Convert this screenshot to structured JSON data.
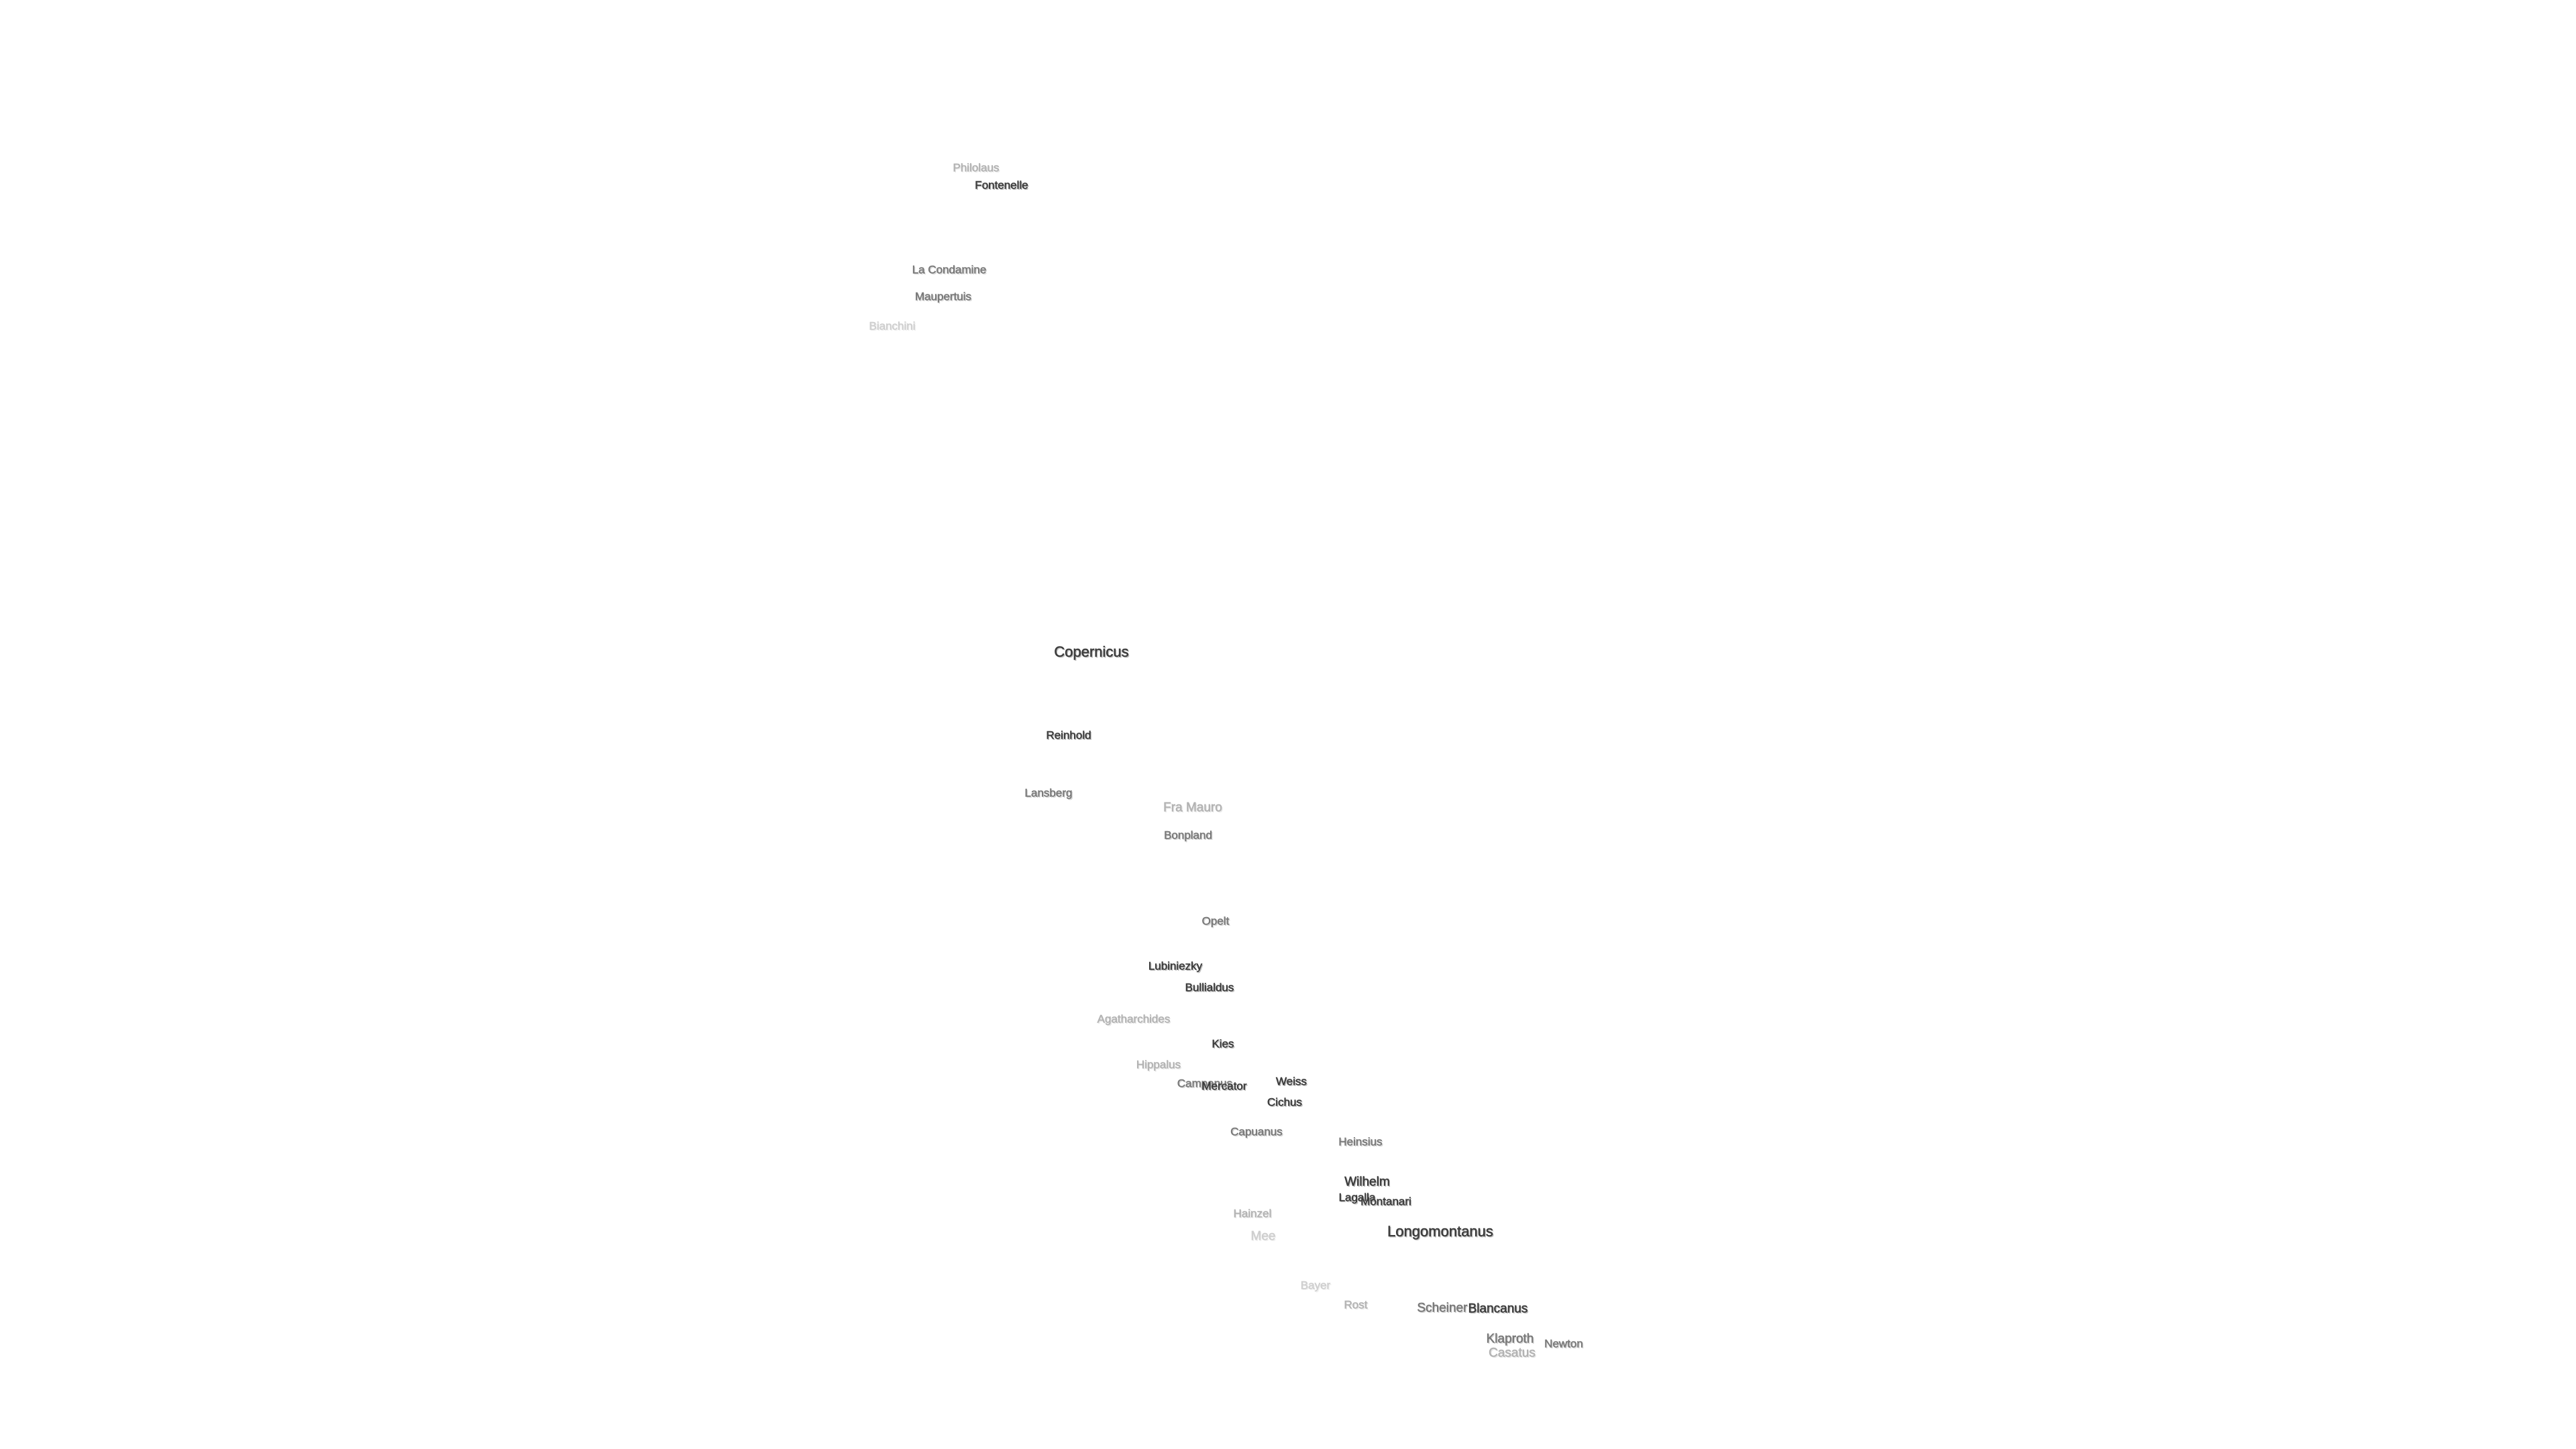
{
  "map": {
    "labels": [
      {
        "id": "philolaus",
        "name": "Philolaus"
      },
      {
        "id": "fontenelle",
        "name": "Fontenelle"
      },
      {
        "id": "la-condamine",
        "name": "La Condamine"
      },
      {
        "id": "maupertuis",
        "name": "Maupertuis"
      },
      {
        "id": "bianchini",
        "name": "Bianchini"
      },
      {
        "id": "copernicus",
        "name": "Copernicus"
      },
      {
        "id": "reinhold",
        "name": "Reinhold"
      },
      {
        "id": "lansberg",
        "name": "Lansberg"
      },
      {
        "id": "fra-mauro",
        "name": "Fra Mauro"
      },
      {
        "id": "bonpland",
        "name": "Bonpland"
      },
      {
        "id": "opelt",
        "name": "Opelt"
      },
      {
        "id": "lubiniezky",
        "name": "Lubiniezky"
      },
      {
        "id": "bullialdus",
        "name": "Bullialdus"
      },
      {
        "id": "agatharchides",
        "name": "Agatharchides"
      },
      {
        "id": "kies",
        "name": "Kies"
      },
      {
        "id": "hippalus",
        "name": "Hippalus"
      },
      {
        "id": "campanus",
        "name": "Campanus"
      },
      {
        "id": "mercator",
        "name": "Mercator"
      },
      {
        "id": "weiss",
        "name": "Weiss"
      },
      {
        "id": "cichus",
        "name": "Cichus"
      },
      {
        "id": "capuanus",
        "name": "Capuanus"
      },
      {
        "id": "heinsius",
        "name": "Heinsius"
      },
      {
        "id": "wilhelm",
        "name": "Wilhelm"
      },
      {
        "id": "lagalla",
        "name": "Lagalla"
      },
      {
        "id": "montanari",
        "name": "Montanari"
      },
      {
        "id": "hainzel",
        "name": "Hainzel"
      },
      {
        "id": "longomontanus",
        "name": "Longomontanus"
      },
      {
        "id": "mee",
        "name": "Mee"
      },
      {
        "id": "bayer",
        "name": "Bayer"
      },
      {
        "id": "rost",
        "name": "Rost"
      },
      {
        "id": "scheiner",
        "name": "Scheiner"
      },
      {
        "id": "blancanus",
        "name": "Blancanus"
      },
      {
        "id": "klaproth",
        "name": "Klaproth"
      },
      {
        "id": "newton",
        "name": "Newton"
      },
      {
        "id": "casatus",
        "name": "Casatus"
      }
    ]
  }
}
